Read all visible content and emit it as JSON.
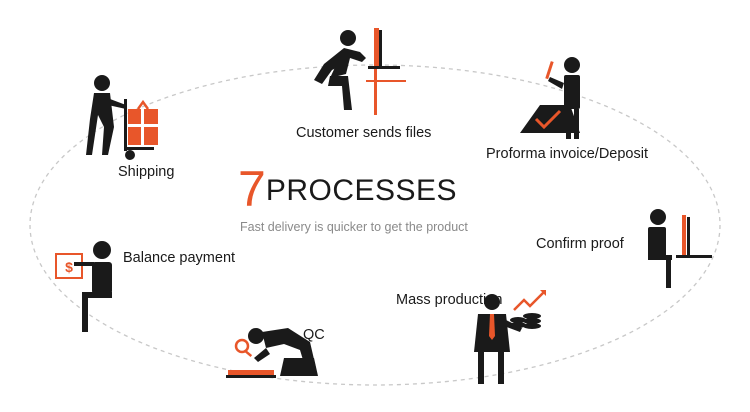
{
  "title": {
    "number": "7",
    "word": "PROCESSES",
    "subtitle": "Fast delivery is quicker to get the product"
  },
  "steps": [
    {
      "label": "Customer sends files",
      "icon": "person-at-computer-icon"
    },
    {
      "label": "Proforma invoice/Deposit",
      "icon": "person-signing-document-icon"
    },
    {
      "label": "Confirm proof",
      "icon": "person-reviewing-monitor-icon"
    },
    {
      "label": "Mass production",
      "icon": "businessman-growth-coins-icon"
    },
    {
      "label": "QC",
      "icon": "person-inspecting-magnifier-icon"
    },
    {
      "label": "Balance payment",
      "icon": "person-paying-dollar-icon"
    },
    {
      "label": "Shipping",
      "icon": "person-pushing-cart-icon"
    }
  ],
  "colors": {
    "accent": "#e8562a",
    "figure": "#1a1a1a",
    "subtitle": "#8a8a8a",
    "ring": "#c8c8c8"
  }
}
